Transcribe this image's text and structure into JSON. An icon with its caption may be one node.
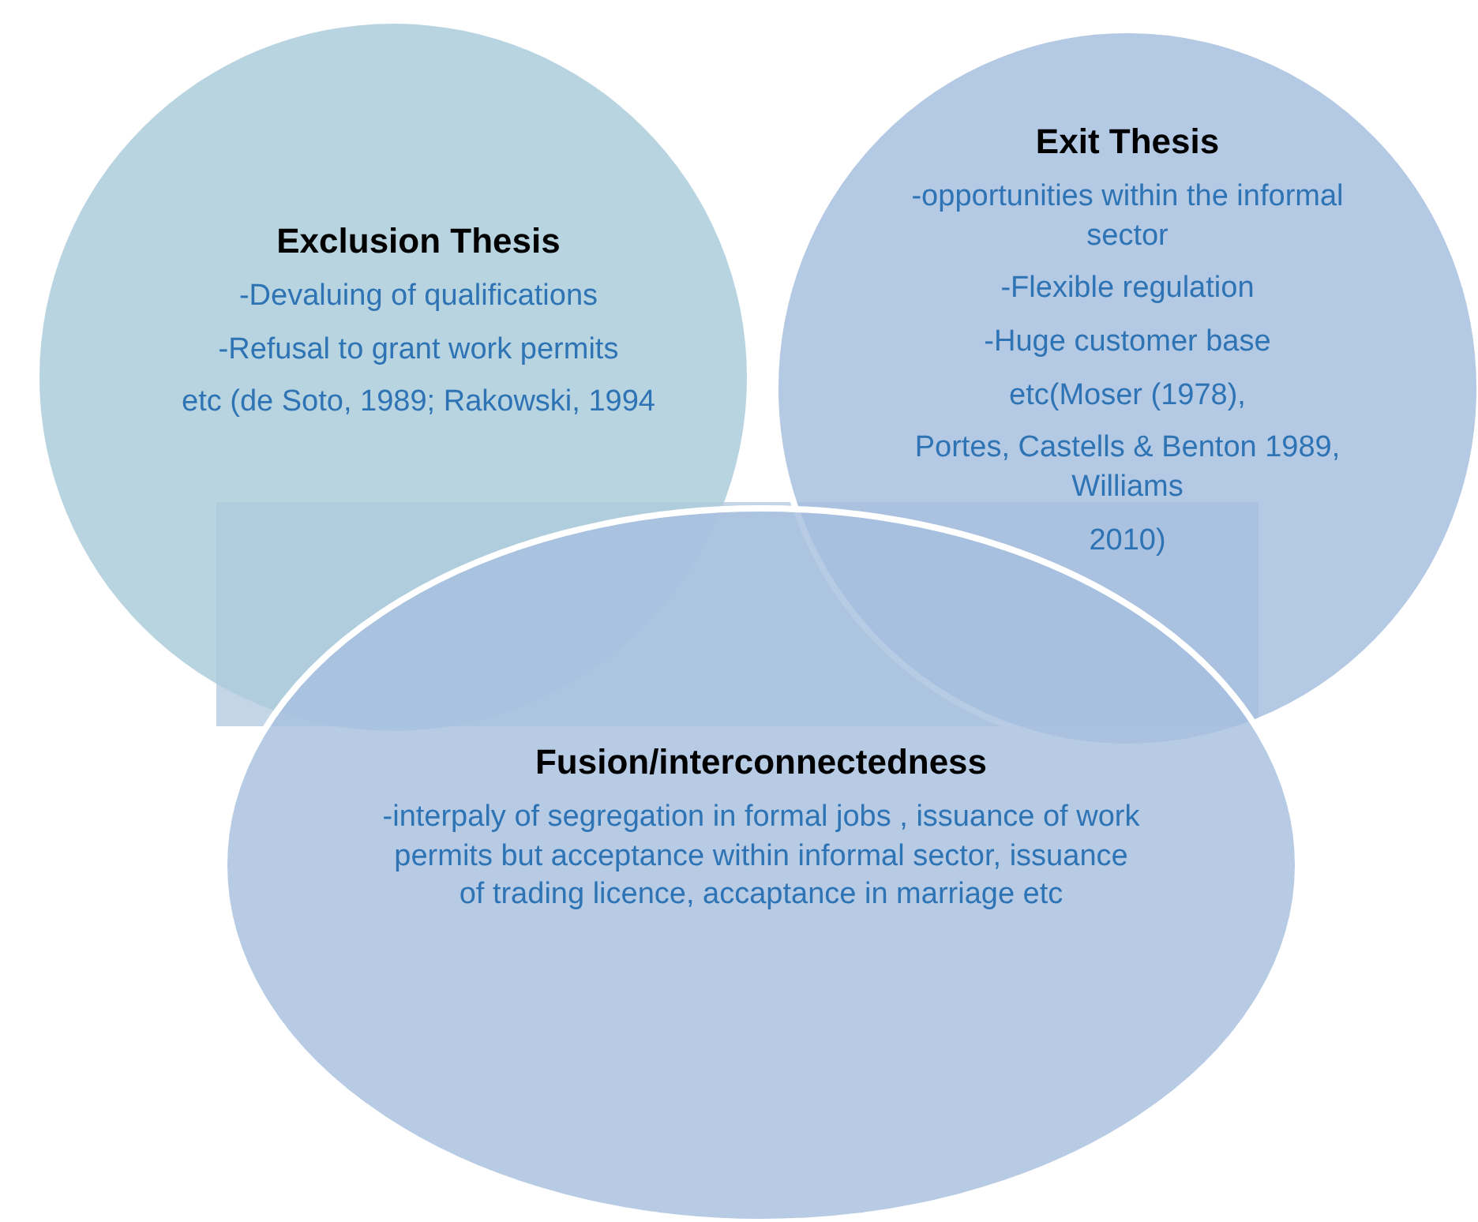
{
  "diagram": {
    "nodes": [
      {
        "text": [
          "Exclusion Thesis",
          "-Devaluing of qualifications",
          "-Refusal to grant work permits",
          "etc (de Soto, 1989; Rakowski, 1994"
        ]
      },
      {
        "text": [
          "Exit Thesis",
          "-opportunities within the informal sector",
          "-Flexible regulation",
          "-Huge customer base",
          "etc(Moser (1978),",
          "Portes, Castells & Benton 1989, Williams",
          "2010)"
        ]
      },
      {
        "text": [
          "Fusion/interconnectedness",
          "-interpaly of segregation in formal jobs , issuance of work permits but acceptance within informal sector, issuance of trading licence, accaptance in marriage etc"
        ]
      }
    ],
    "edges": []
  }
}
